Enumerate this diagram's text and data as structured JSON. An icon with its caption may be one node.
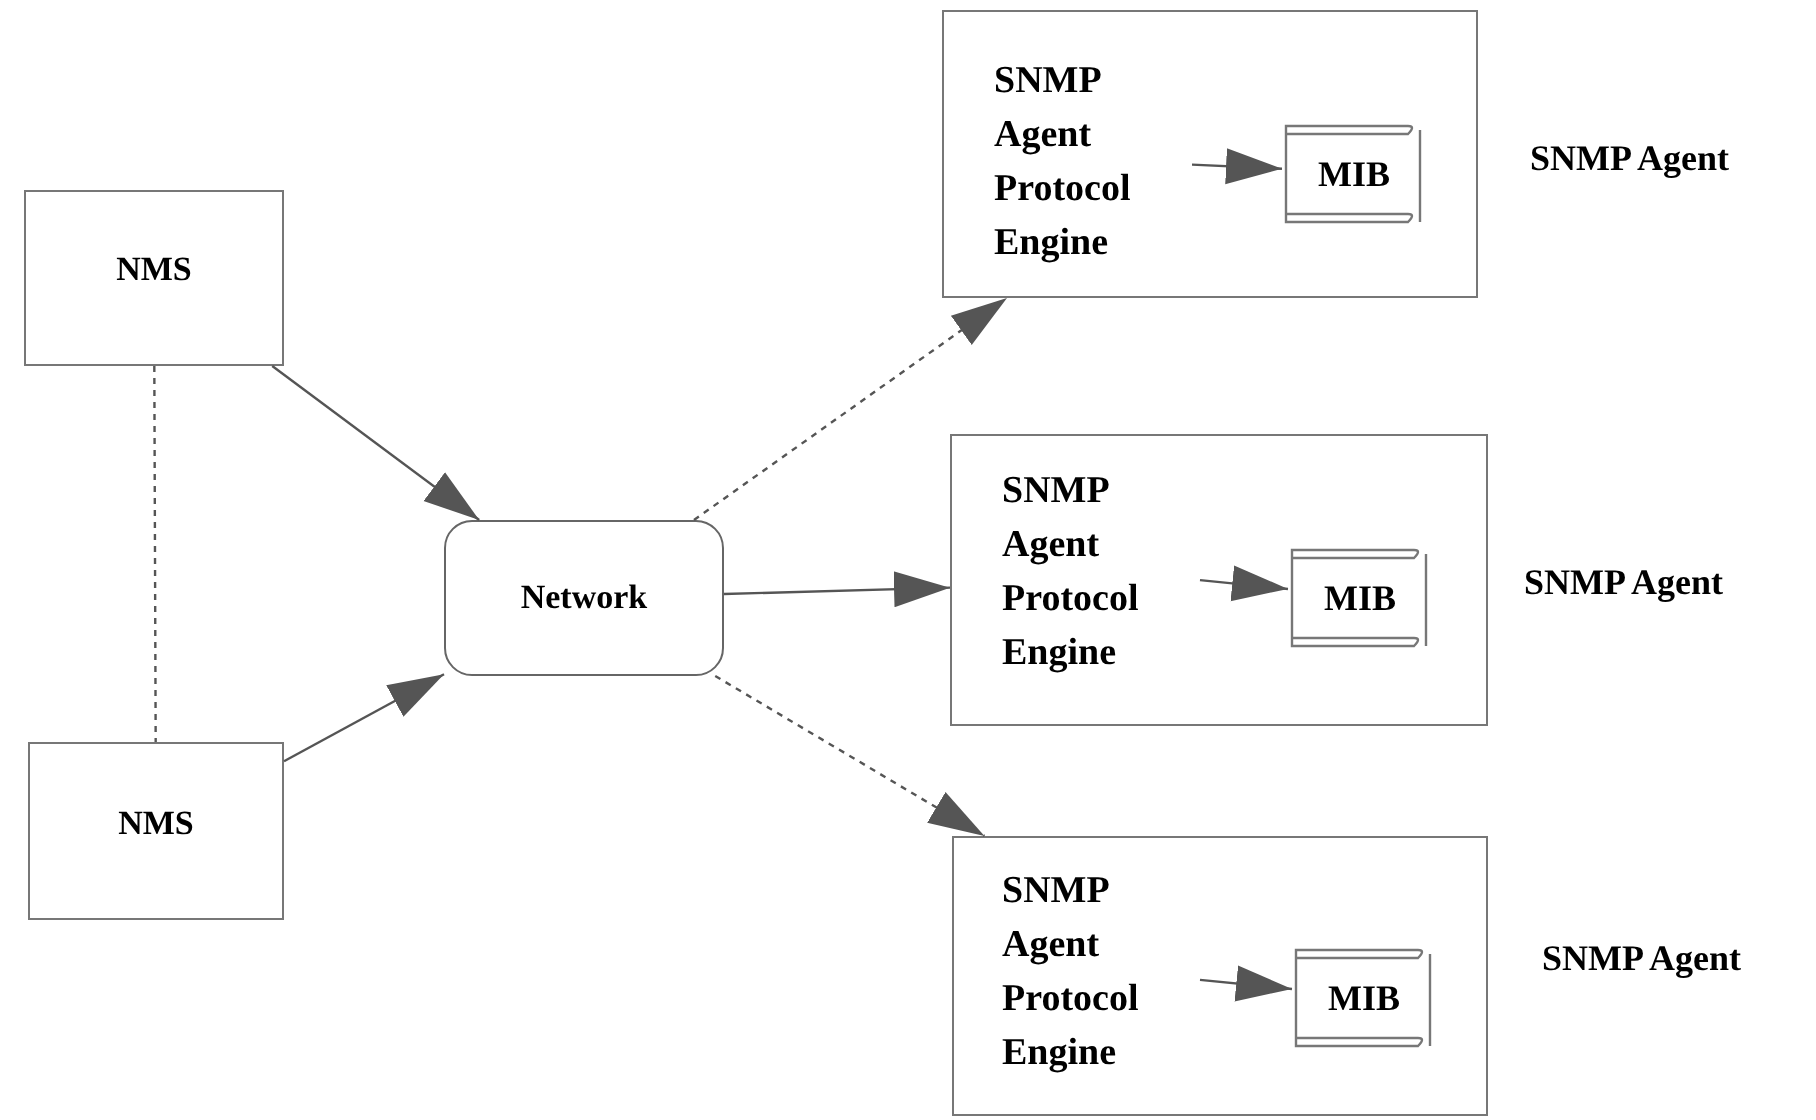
{
  "diagram": {
    "nodes": [
      {
        "text": [
          "NMS"
        ]
      },
      {
        "text": [
          "NMS"
        ]
      },
      {
        "text": [
          "Network"
        ]
      },
      {
        "text": [],
        "shape": "box",
        "beside": [
          "SNMP Agent"
        ]
      },
      {
        "text": [
          "SNMP Agent Protocol Engine"
        ],
        "in": 3
      },
      {
        "text": [
          "MIB"
        ],
        "in": 3
      },
      {
        "text": [],
        "shape": "box",
        "beside": [
          "SNMP Agent"
        ]
      },
      {
        "text": [
          "SNMP Agent Protocol Engine"
        ],
        "in": 6
      },
      {
        "text": [
          "MIB"
        ],
        "in": 6
      },
      {
        "text": [],
        "shape": "box",
        "beside": [
          "SNMP Agent"
        ]
      },
      {
        "text": [
          "SNMP Agent Protocol Engine"
        ],
        "in": 9
      },
      {
        "text": [
          "MIB"
        ],
        "in": 9
      }
    ],
    "edges": [
      {
        "from": 0,
        "to": 2,
        "arrow": "to"
      },
      {
        "from": 1,
        "to": 2,
        "arrow": "to"
      },
      {
        "from": 0,
        "to": 1,
        "arrow": "none",
        "style": "dashed"
      },
      {
        "from": 2,
        "to": 3,
        "arrow": "to",
        "style": "dashed"
      },
      {
        "from": 2,
        "to": 6,
        "arrow": "to"
      },
      {
        "from": 2,
        "to": 9,
        "arrow": "to",
        "style": "dashed"
      },
      {
        "from": 4,
        "to": 5,
        "arrow": "to"
      },
      {
        "from": 7,
        "to": 8,
        "arrow": "to"
      },
      {
        "from": 10,
        "to": 11,
        "arrow": "to"
      }
    ]
  }
}
